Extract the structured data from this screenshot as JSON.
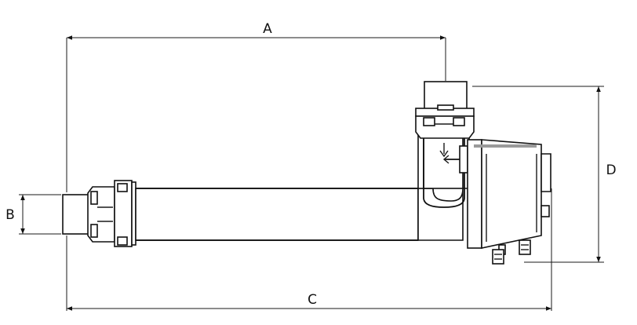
{
  "diagram": {
    "dimension_labels": {
      "a": "A",
      "b": "B",
      "c": "C",
      "d": "D"
    }
  }
}
